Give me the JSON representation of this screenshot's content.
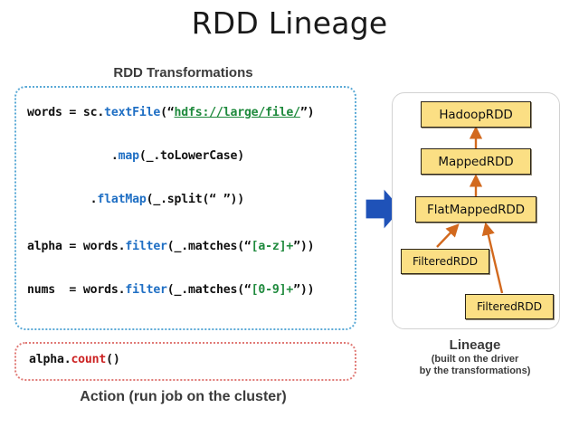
{
  "slide": {
    "title": "RDD Lineage",
    "background_color": "#ffffff"
  },
  "transformations": {
    "caption": "RDD Transformations",
    "border_color": "#5aa9d6",
    "lines": [
      {
        "id": "line-words",
        "segments": [
          {
            "text": "words = sc.",
            "style": "plain"
          },
          {
            "text": "textFile",
            "style": "blue"
          },
          {
            "text": "(“",
            "style": "plain"
          },
          {
            "text": "hdfs://large/file/",
            "style": "green-underline"
          },
          {
            "text": "”)",
            "style": "plain"
          }
        ]
      },
      {
        "id": "line-map",
        "segments": [
          {
            "text": "            .",
            "style": "plain"
          },
          {
            "text": "map",
            "style": "blue"
          },
          {
            "text": "(_.toLowerCase)",
            "style": "plain"
          }
        ]
      },
      {
        "id": "line-flatmap",
        "segments": [
          {
            "text": "         .",
            "style": "plain"
          },
          {
            "text": "flatMap",
            "style": "blue"
          },
          {
            "text": "(_.split(“ ”))",
            "style": "plain"
          }
        ]
      },
      {
        "id": "line-alpha",
        "segments": [
          {
            "text": "alpha = words.",
            "style": "plain"
          },
          {
            "text": "filter",
            "style": "blue"
          },
          {
            "text": "(_.matches(“",
            "style": "plain"
          },
          {
            "text": "[a-z]+",
            "style": "green"
          },
          {
            "text": "”))",
            "style": "plain"
          }
        ]
      },
      {
        "id": "line-nums",
        "segments": [
          {
            "text": "nums  = words.",
            "style": "plain"
          },
          {
            "text": "filter",
            "style": "blue"
          },
          {
            "text": "(_.matches(“",
            "style": "plain"
          },
          {
            "text": "[0-9]+",
            "style": "green"
          },
          {
            "text": "”))",
            "style": "plain"
          }
        ]
      }
    ]
  },
  "action": {
    "caption": "Action (run job on the cluster)",
    "border_color": "#e07a76",
    "lines": [
      {
        "id": "line-count",
        "segments": [
          {
            "text": "alpha.",
            "style": "plain"
          },
          {
            "text": "count",
            "style": "red"
          },
          {
            "text": "()",
            "style": "plain"
          }
        ]
      }
    ]
  },
  "flow_arrow": {
    "icon": "right-arrow-icon",
    "color": "#1f52b8"
  },
  "lineage": {
    "title": "Lineage",
    "subtitle_line1": "(built on the driver",
    "subtitle_line2": "by the transformations)",
    "panel_border_color": "#d2d2d2",
    "node_fill": "#fbdf84",
    "node_border": "#2a2318",
    "arrow_color": "#d2691e",
    "nodes": [
      {
        "id": "hadoop-rdd",
        "label": "HadoopRDD"
      },
      {
        "id": "mapped-rdd",
        "label": "MappedRDD"
      },
      {
        "id": "flatmapped-rdd",
        "label": "FlatMappedRDD"
      },
      {
        "id": "filtered-rdd-1",
        "label": "FilteredRDD"
      },
      {
        "id": "filtered-rdd-2",
        "label": "FilteredRDD"
      }
    ],
    "edges": [
      {
        "from": "mapped-rdd",
        "to": "hadoop-rdd"
      },
      {
        "from": "flatmapped-rdd",
        "to": "mapped-rdd"
      },
      {
        "from": "filtered-rdd-1",
        "to": "flatmapped-rdd"
      },
      {
        "from": "filtered-rdd-2",
        "to": "flatmapped-rdd"
      }
    ]
  }
}
